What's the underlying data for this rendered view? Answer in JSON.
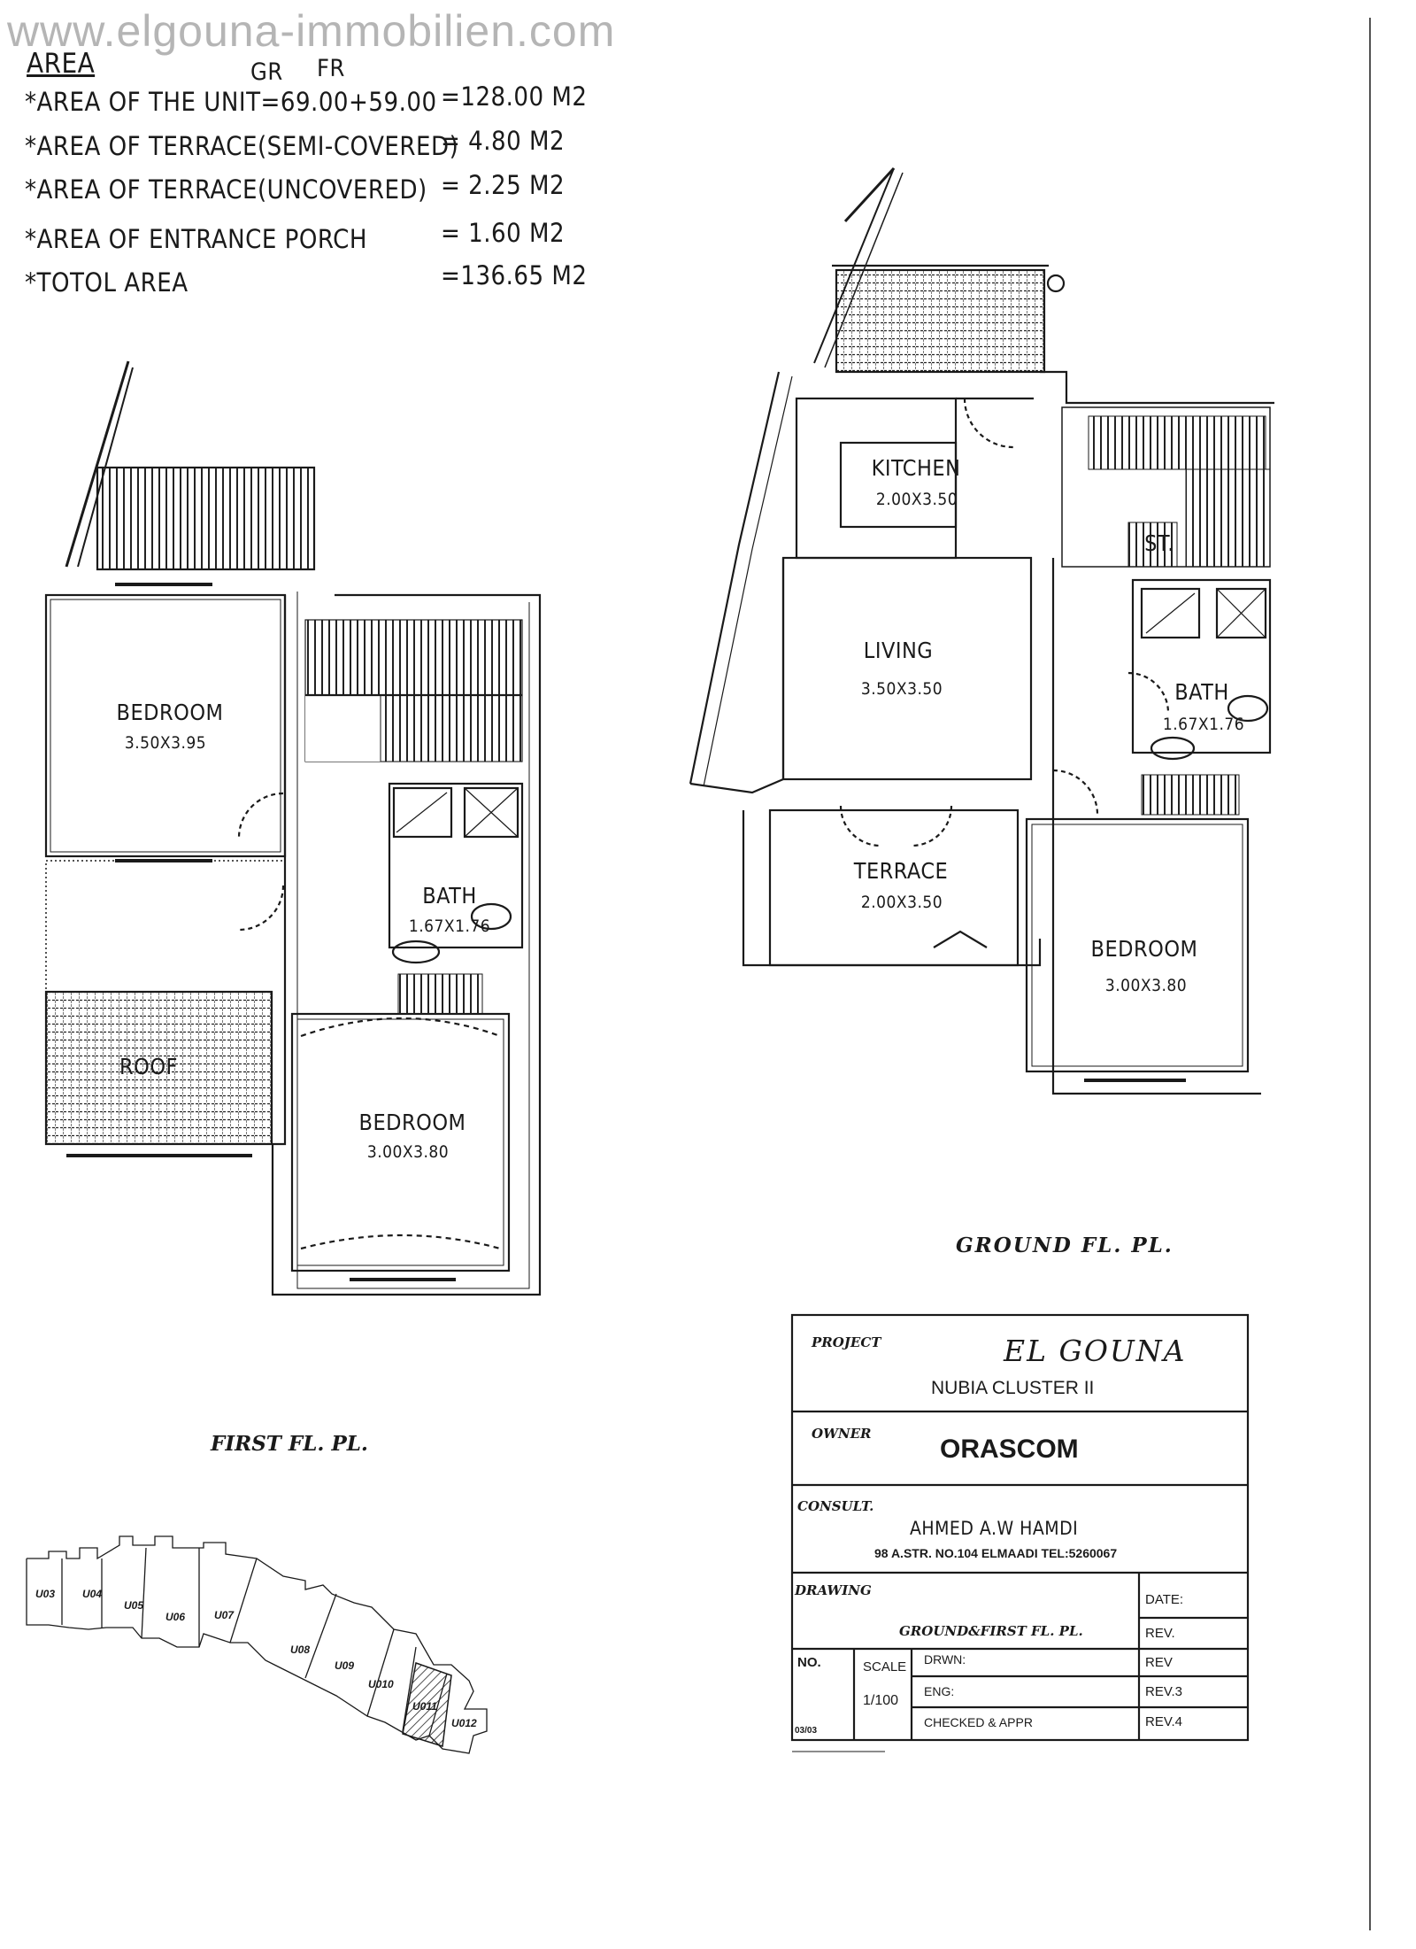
{
  "watermark": "www.elgouna-immobilien.com",
  "area_table": {
    "heading": "AREA",
    "col_gr": "GR",
    "col_fr": "FR",
    "rows": [
      {
        "label": "*AREA OF THE UNIT=69.00+59.00",
        "value": "=128.00 M2"
      },
      {
        "label": "*AREA OF TERRACE(SEMI-COVERED)",
        "value": "= 4.80 M2"
      },
      {
        "label": "*AREA OF TERRACE(UNCOVERED)",
        "value": "= 2.25 M2"
      },
      {
        "label": "*AREA OF ENTRANCE PORCH",
        "value": "= 1.60 M2"
      },
      {
        "label": "*TOTOL AREA",
        "value": "=136.65 M2"
      }
    ]
  },
  "first_floor": {
    "caption": "FIRST FL. PL.",
    "bedroom1": {
      "name": "BEDROOM",
      "dim": "3.50X3.95"
    },
    "bath": {
      "name": "BATH",
      "dim": "1.67X1.76"
    },
    "roof": {
      "name": "ROOF"
    },
    "bedroom2": {
      "name": "BEDROOM",
      "dim": "3.00X3.80"
    }
  },
  "ground_floor": {
    "caption": "GROUND FL. PL.",
    "kitchen": {
      "name": "KITCHEN",
      "dim": "2.00X3.50"
    },
    "store": {
      "name": "ST."
    },
    "living": {
      "name": "LIVING",
      "dim": "3.50X3.50"
    },
    "bath": {
      "name": "BATH",
      "dim": "1.67X1.76"
    },
    "terrace": {
      "name": "TERRACE",
      "dim": "2.00X3.50"
    },
    "bedroom": {
      "name": "BEDROOM",
      "dim": "3.00X3.80"
    }
  },
  "site_plan": {
    "units": [
      "U03",
      "U04",
      "U05",
      "U06",
      "U07",
      "U08",
      "U09",
      "U010",
      "U011",
      "U012"
    ],
    "highlighted": "U011"
  },
  "title_block": {
    "project_label": "PROJECT",
    "project_name": "EL GOUNA",
    "project_sub": "NUBIA CLUSTER II",
    "owner_label": "OWNER",
    "owner_name": "ORASCOM",
    "consult_label": "CONSULT.",
    "consultant": "AHMED A.W HAMDI",
    "consultant_address": "98 A.STR. NO.104 ELMAADI TEL:5260067",
    "drawing_label": "DRAWING",
    "drawing_title": "GROUND&FIRST FL. PL.",
    "date_label": "DATE:",
    "no_label": "NO.",
    "scale_label": "SCALE",
    "scale_value": "1/100",
    "drwn_label": "DRWN:",
    "eng_label": "ENG:",
    "checked_label": "CHECKED & APPR",
    "rev_labels": [
      "REV.",
      "REV",
      "REV.3",
      "REV.4"
    ],
    "bottom_corner": "03/03"
  },
  "colors": {
    "ink": "#1a1a1a",
    "watermark": "#b5b5b5",
    "paper": "#ffffff"
  }
}
